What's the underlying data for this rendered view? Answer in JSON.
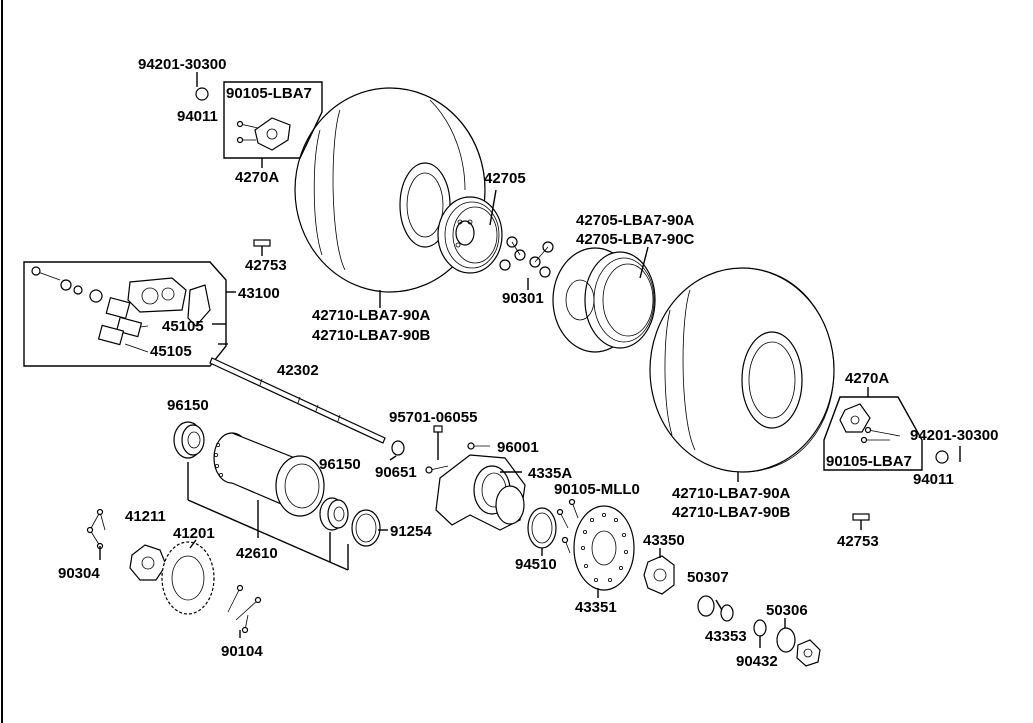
{
  "labels": {
    "p94201_30300_a": "94201-30300",
    "p94011_a": "94011",
    "p90105_lba7_a": "90105-LBA7",
    "p4270a_a": "4270A",
    "p42705": "42705",
    "p42705_lba7_90a": "42705-LBA7-90A",
    "p42705_lba7_90c": "42705-LBA7-90C",
    "p42753_a": "42753",
    "p43100": "43100",
    "p45105_a": "45105",
    "p45105_b": "45105",
    "p42710_lba7_90a_a": "42710-LBA7-90A",
    "p42710_lba7_90b_a": "42710-LBA7-90B",
    "p90301": "90301",
    "p42302": "42302",
    "p96150_a": "96150",
    "p95701_06055": "95701-06055",
    "p96001": "96001",
    "p4270a_b": "4270A",
    "p94201_30300_b": "94201-30300",
    "p90105_lba7_b": "90105-LBA7",
    "p94011_b": "94011",
    "p90651": "90651",
    "p96150_b": "96150",
    "p4335a": "4335A",
    "p90105_mll0": "90105-MLL0",
    "p42710_lba7_90a_b": "42710-LBA7-90A",
    "p42710_lba7_90b_b": "42710-LBA7-90B",
    "p41211": "41211",
    "p41201": "41201",
    "p91254": "91254",
    "p42610": "42610",
    "p43350": "43350",
    "p42753_b": "42753",
    "p90304": "90304",
    "p94510": "94510",
    "p50307": "50307",
    "p43351": "43351",
    "p50306": "50306",
    "p43353": "43353",
    "p90432": "90432",
    "p90104": "90104"
  }
}
